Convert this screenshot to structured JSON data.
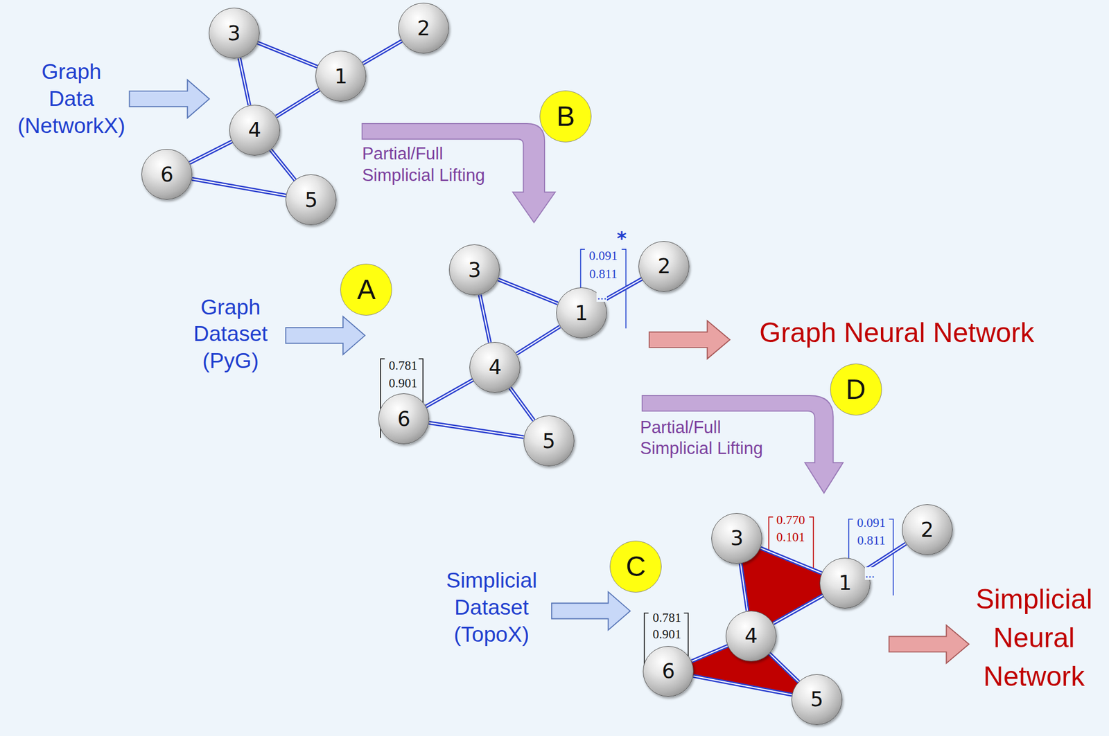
{
  "diagram": {
    "nodes": [
      {
        "text": [
          "3"
        ]
      },
      {
        "text": [
          "2"
        ]
      },
      {
        "text": [
          "1"
        ]
      },
      {
        "text": [
          "B"
        ]
      },
      {
        "text": [
          "4"
        ]
      },
      {
        "text": [
          "6"
        ]
      },
      {
        "text": [
          "5"
        ]
      },
      {
        "text": [
          "3"
        ]
      },
      {
        "text": [
          "2"
        ]
      },
      {
        "text": [
          "A"
        ]
      },
      {
        "text": [
          "1"
        ]
      },
      {
        "text": [
          "4"
        ]
      },
      {
        "text": [
          "D"
        ]
      },
      {
        "text": [
          "6"
        ]
      },
      {
        "text": [
          "5"
        ]
      },
      {
        "text": [
          "3"
        ]
      },
      {
        "text": [
          "2"
        ]
      },
      {
        "text": [
          "C"
        ]
      },
      {
        "text": [
          "1"
        ]
      },
      {
        "text": [
          "4"
        ]
      },
      {
        "text": [
          "6"
        ]
      },
      {
        "text": [
          "5"
        ]
      }
    ],
    "edges": [
      {
        "from": 0,
        "to": 2,
        "arrow": "none"
      },
      {
        "from": 2,
        "to": 1,
        "arrow": "none"
      },
      {
        "from": 0,
        "to": 4,
        "arrow": "none"
      },
      {
        "from": 4,
        "to": 2,
        "arrow": "none"
      },
      {
        "from": 4,
        "to": 5,
        "arrow": "none"
      },
      {
        "from": 4,
        "to": 6,
        "arrow": "none"
      },
      {
        "from": 5,
        "to": 6,
        "arrow": "none"
      },
      {
        "from": 7,
        "to": 10,
        "arrow": "none"
      },
      {
        "from": 10,
        "to": 8,
        "arrow": "none"
      },
      {
        "from": 7,
        "to": 11,
        "arrow": "none"
      },
      {
        "from": 11,
        "to": 10,
        "arrow": "none"
      },
      {
        "from": 11,
        "to": 13,
        "arrow": "none"
      },
      {
        "from": 11,
        "to": 14,
        "arrow": "none"
      },
      {
        "from": 13,
        "to": 14,
        "arrow": "none"
      },
      {
        "from": 15,
        "to": 18,
        "arrow": "none"
      },
      {
        "from": 18,
        "to": 16,
        "arrow": "none"
      },
      {
        "from": 15,
        "to": 19,
        "arrow": "none"
      },
      {
        "from": 19,
        "to": 18,
        "arrow": "none"
      },
      {
        "from": 19,
        "to": 20,
        "arrow": "none"
      },
      {
        "from": 19,
        "to": 21,
        "arrow": "none"
      },
      {
        "from": 20,
        "to": 21,
        "arrow": "none"
      }
    ],
    "labels": [
      "Graph Data (NetworkX)",
      "Partial/Full Simplicial Lifting",
      "*",
      "0.091",
      "0.811",
      "...",
      "Graph Dataset (PyG)",
      "Graph Neural Network",
      "0.781",
      "0.901",
      "Partial/Full Simplicial Lifting",
      "0.770",
      "0.101",
      "0.091",
      "0.811",
      "...",
      "Simplicial Dataset (TopoX)",
      "0.781",
      "0.901",
      "Simplicial Neural Network"
    ]
  }
}
